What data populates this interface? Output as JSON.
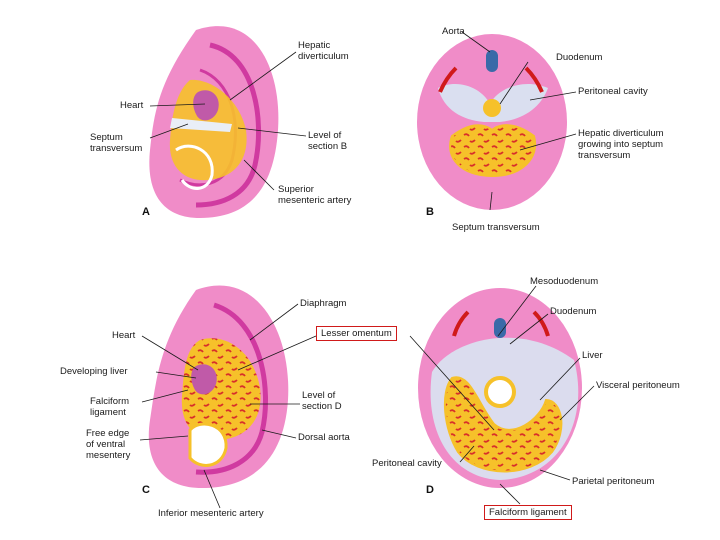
{
  "colors": {
    "embryo": "#f08cc8",
    "tube": "#d03aa0",
    "liver": "#f6c12a",
    "liver_spots": "#d8302a",
    "cavity": "#d8e4f2",
    "highlight_box": "#d01a1a"
  },
  "panels": {
    "a": "A",
    "b": "B",
    "c": "C",
    "d": "D"
  },
  "labels": {
    "a": {
      "hepatic_diverticulum": "Hepatic\ndiverticulum",
      "heart": "Heart",
      "septum_transversum": "Septum\ntransversum",
      "level_of_section_b": "Level of\nsection B",
      "superior_mesenteric_artery": "Superior\nmesenteric artery"
    },
    "b": {
      "aorta": "Aorta",
      "duodenum": "Duodenum",
      "peritoneal_cavity": "Peritoneal cavity",
      "hepatic_diverticulum_growing": "Hepatic diverticulum\ngrowing into septum\ntransversum",
      "septum_transversum": "Septum transversum"
    },
    "c": {
      "diaphragm": "Diaphragm",
      "heart": "Heart",
      "developing_liver": "Developing liver",
      "falciform_ligament": "Falciform\nligament",
      "free_edge": "Free edge\nof ventral\nmesentery",
      "level_of_section_d": "Level of\nsection D",
      "dorsal_aorta": "Dorsal aorta",
      "inferior_mesenteric_artery": "Inferior mesenteric artery",
      "lesser_omentum": "Lesser omentum"
    },
    "d": {
      "mesoduodenum": "Mesoduodenum",
      "duodenum": "Duodenum",
      "liver": "Liver",
      "visceral_peritoneum": "Visceral peritoneum",
      "peritoneal_cavity": "Peritoneal cavity",
      "parietal_peritoneum": "Parietal peritoneum",
      "falciform_ligament": "Falciform ligament"
    }
  }
}
